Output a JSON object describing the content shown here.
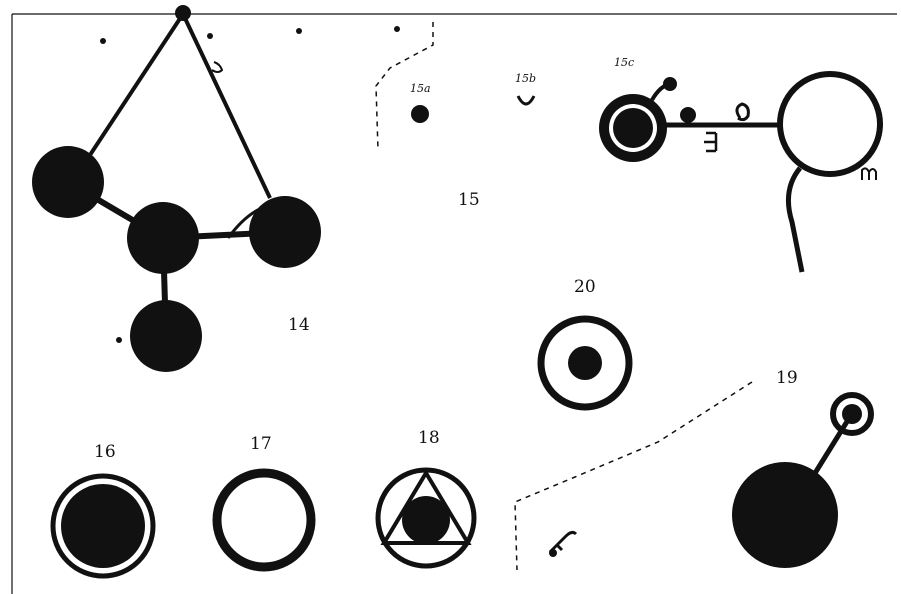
{
  "plate": {
    "ink_color": "#111111",
    "paper_color": "#ffffff"
  },
  "labels": {
    "fig14": "14",
    "fig15": "15",
    "fig15a": "15a",
    "fig15b": "15b",
    "fig15c": "15c",
    "fig16": "16",
    "fig17": "17",
    "fig18": "18",
    "fig19": "19",
    "fig20": "20"
  }
}
